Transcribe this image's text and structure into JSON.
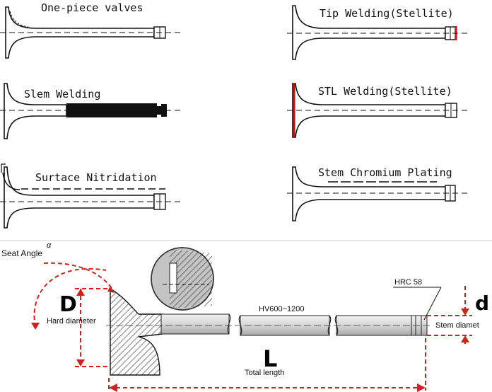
{
  "top_panels": {
    "one_piece": "One-piece valves",
    "tip_welding": "Tip Welding(Stellite)",
    "stem_welding": "Slem Welding",
    "stl_welding": "STL Welding(Stellite)",
    "surface_nitridation": "Surtace Nitridation",
    "chromium_plating": "Stem Chromium Plating"
  },
  "bottom_diagram": {
    "seat_angle": "Seat Angle",
    "alpha": "α",
    "D": "D",
    "hard_diameter": "Hard diameter",
    "hardness_stem": "HV600~1200",
    "hrc": "HRC 58",
    "d": "d",
    "stem_diameter": "Stem diamet",
    "L": "L",
    "total_length": "Total length"
  },
  "colors": {
    "red_accent": "#cc1111",
    "dim_red": "#d62020",
    "line": "#111111",
    "stem_gray": "#cfcfcf",
    "head_gray": "#b0b0b0"
  }
}
